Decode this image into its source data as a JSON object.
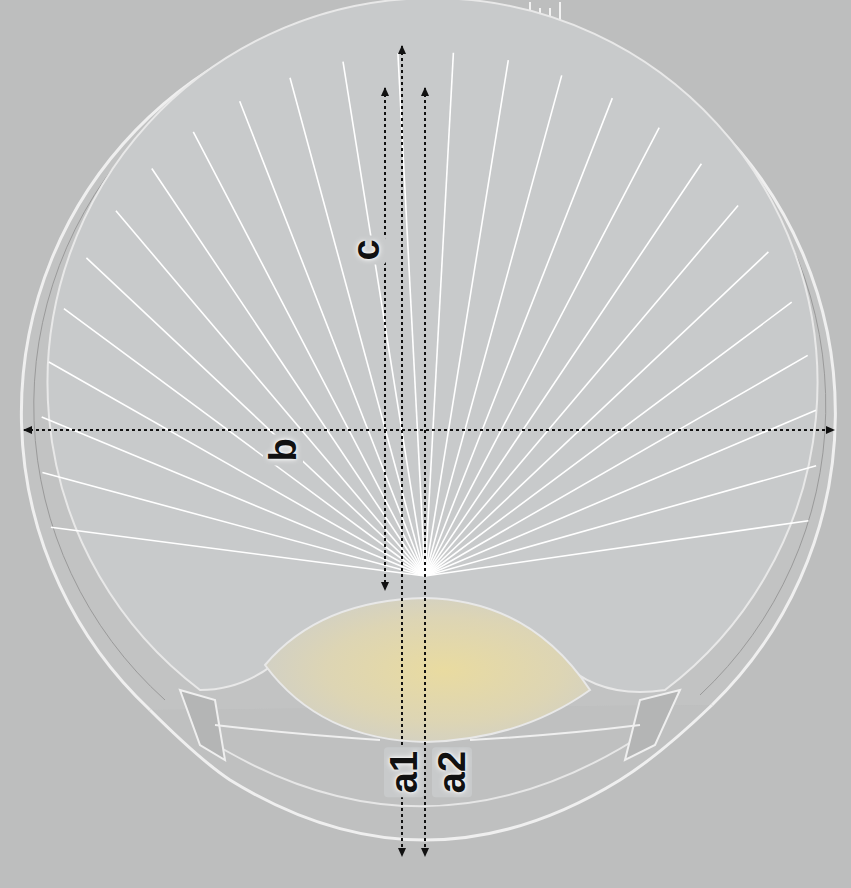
{
  "diagram": {
    "labels": [
      "c",
      "b",
      "a1",
      "a2"
    ]
  }
}
